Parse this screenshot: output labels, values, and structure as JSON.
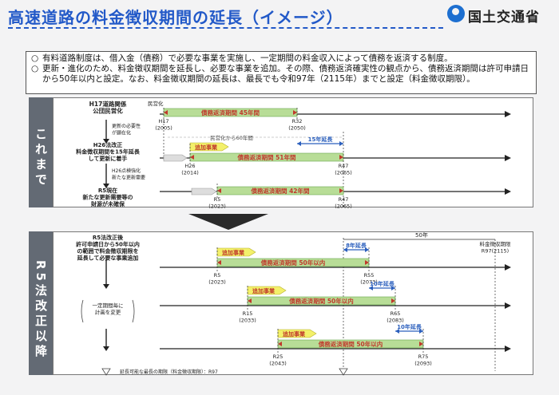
{
  "header": {
    "title": "高速道路の料金徴収期間の延長（イメージ）",
    "org": "国土交通省"
  },
  "intro": {
    "bullet": "○",
    "items": [
      "有料道路制度は、借入金（債務）で必要な事業を実施し、一定期間の料金収入によって債務を返済する制度。",
      "更新・進化のため、料金徴収期間を延長し、必要な事業を追加。その際、債務返済確実性の観点から、債務返済期間は許可申請日から50年以内と設定。なお、料金徴収期間の延長は、最長でも令和97年（2115年）までと設定（料金徴収期限）。"
    ]
  },
  "sections": {
    "past": "これまで",
    "reform": "R5法改正以降"
  },
  "past": {
    "privatized": "民営化",
    "rows": [
      {
        "label": "H17道路関係\n公団民営化",
        "bar": "債務返済期間 45年間",
        "start": "H17\n(2005)",
        "end": "R32\n(2050)"
      },
      {
        "label": "H26法改正\n料金徴収期間を15年延長\nして更新に着手",
        "bar": "債務返済期間 51年間",
        "add": "追加事業",
        "start": "H26\n(2014)",
        "end": "R47\n(2065)"
      },
      {
        "label": "R5現在\n新たな更新需要等の\n財源が未確保",
        "bar": "債務返済期間 42年間",
        "start": "R5\n(2023)",
        "end": "R47\n(2065)"
      }
    ],
    "need1": "更新の必要性\nが顕在化",
    "need2": "H26点検強化\n新たな更新需要",
    "span60": "民営化から60年間",
    "ext15": "15年延長"
  },
  "reform": {
    "row1_label": "R5法改正後\n許可申請日から50年以内\nの範囲で料金徴収期限を\n延長して必要な事業追加",
    "mid_label": "一定期間毎に\n計画を変更",
    "span50": "50年",
    "limit": "料金徴収期限\nR97(2115)",
    "rows": [
      {
        "add": "追加事業",
        "bar": "債務返済期間 50年以内",
        "ext": "8年延長",
        "start": "R5\n(2023)",
        "end": "R55\n(2073)"
      },
      {
        "add": "追加事業",
        "bar": "債務返済期間 50年以内",
        "ext": "10年延長",
        "start": "R15\n(2033)",
        "end": "R65\n(2083)"
      },
      {
        "add": "追加事業",
        "bar": "債務返済期間 50年以内",
        "ext": "10年延長",
        "start": "R25\n(2043)",
        "end": "R75\n(2093)"
      }
    ],
    "footnote": "延長可能な最長の期限（料金徴収期限）：R97"
  },
  "colors": {
    "title": "#2259c8",
    "bar_fill": "#b8dd97",
    "bar_text": "#c0392b",
    "add_fill": "#f3f06a",
    "ext": "#2b5fbd",
    "band": "#636a74"
  }
}
